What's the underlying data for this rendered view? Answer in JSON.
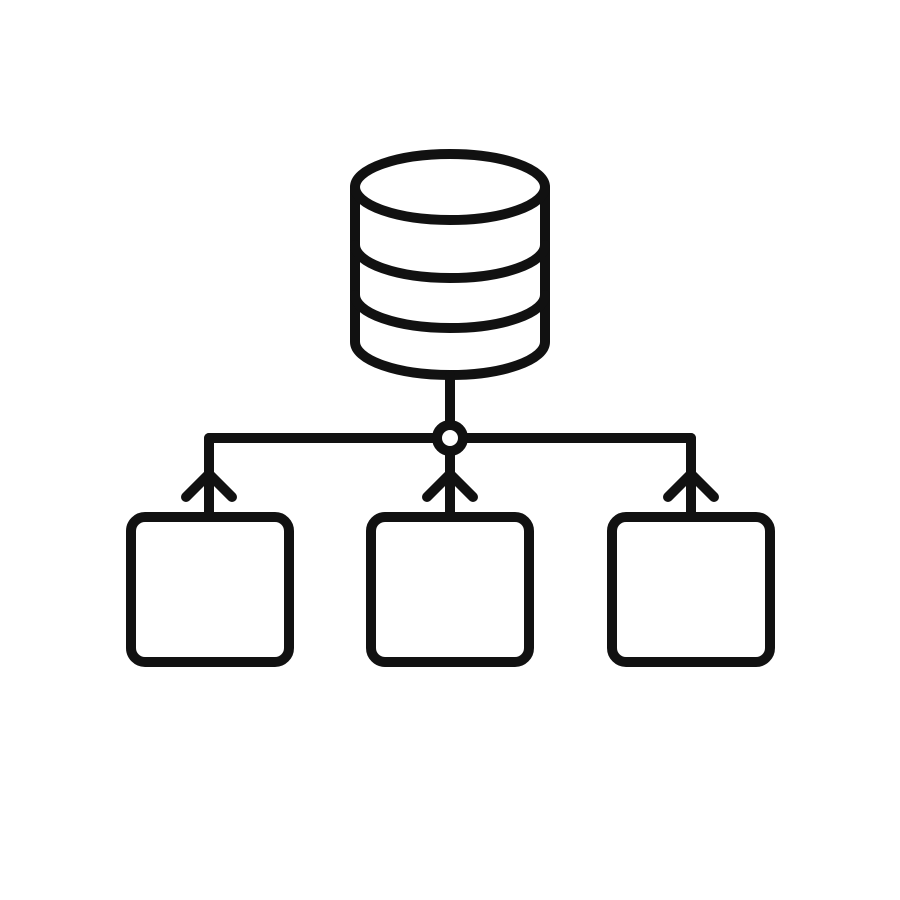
{
  "diagram": {
    "icon": "database-hierarchy-icon",
    "colors": {
      "stroke": "#111111",
      "background": "#ffffff"
    },
    "root": {
      "icon": "database-icon",
      "disk_layers": 3
    },
    "junction": {
      "icon": "junction-node-icon"
    },
    "children": [
      {
        "icon": "child-node-icon",
        "arrow": "up"
      },
      {
        "icon": "child-node-icon",
        "arrow": "up"
      },
      {
        "icon": "child-node-icon",
        "arrow": "up"
      }
    ]
  }
}
